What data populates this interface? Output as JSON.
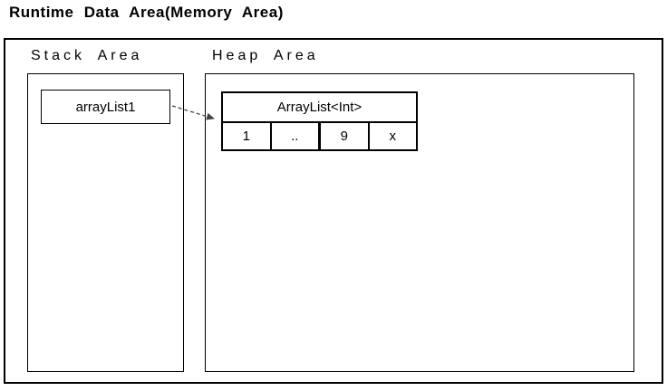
{
  "title": "Runtime Data Area(Memory Area)",
  "stack": {
    "label": "Stack Area",
    "variable": "arrayList1"
  },
  "heap": {
    "label": "Heap Area",
    "object": {
      "header": "ArrayList<Int>",
      "cells": [
        "1",
        "..",
        "9",
        "x"
      ]
    }
  },
  "pointer": {
    "from": "arrayList1",
    "to": "ArrayList<Int>",
    "style": "dashed-arrow"
  },
  "colors": {
    "line": "#000000",
    "background": "#ffffff",
    "arrow": "#444444"
  }
}
